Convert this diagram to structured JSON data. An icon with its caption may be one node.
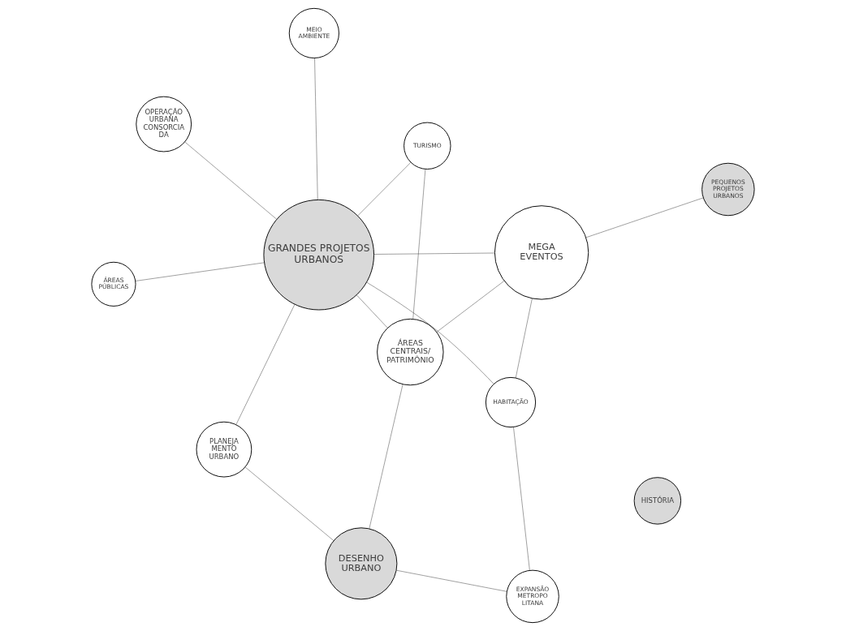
{
  "diagram": {
    "nodes": [
      {
        "text": [
          "OPERAÇÃO URBANA CONSORCIA DA"
        ]
      },
      {
        "text": [
          "GRANDES PROJETOS URBANOS"
        ]
      },
      {
        "text": [
          "ÁREAS PÚBLICAS"
        ]
      },
      {
        "text": [
          "HISTÓRIA"
        ]
      },
      {
        "text": [
          "TURISMO"
        ]
      },
      {
        "text": [
          "PEQUENOS PROJETOS URBANOS"
        ]
      },
      {
        "text": [
          "MEIO AMBIENTE"
        ]
      },
      {
        "text": [
          "ÁREAS CENTRAIS/ PATRIMÔNIO"
        ]
      },
      {
        "text": [
          "MEGA EVENTOS"
        ]
      },
      {
        "text": [
          "PLANEJA MENTO URBANO"
        ]
      },
      {
        "text": [
          "DESENHO URBANO"
        ]
      },
      {
        "text": [
          "HABITAÇÃO"
        ]
      },
      {
        "text": [
          "EXPANSÃO METROPO LITANA"
        ]
      }
    ],
    "edges": [
      {
        "from": 0,
        "to": 1,
        "arrow": "none"
      },
      {
        "from": 1,
        "to": 2,
        "arrow": "none"
      },
      {
        "from": 1,
        "to": 4,
        "arrow": "none"
      },
      {
        "from": 4,
        "to": 7,
        "arrow": "none"
      },
      {
        "from": 6,
        "to": 1,
        "arrow": "none"
      },
      {
        "from": 1,
        "to": 7,
        "arrow": "none"
      },
      {
        "from": 5,
        "to": 8,
        "arrow": "none"
      },
      {
        "from": 1,
        "to": 8,
        "arrow": "none"
      },
      {
        "from": 8,
        "to": 7,
        "arrow": "none"
      },
      {
        "from": 1,
        "to": 9,
        "arrow": "none"
      },
      {
        "from": 1,
        "to": 11,
        "arrow": "none"
      },
      {
        "from": 7,
        "to": 10,
        "arrow": "none"
      },
      {
        "from": 9,
        "to": 10,
        "arrow": "none"
      },
      {
        "from": 8,
        "to": 11,
        "arrow": "none"
      },
      {
        "from": 11,
        "to": 12,
        "arrow": "none"
      },
      {
        "from": 12,
        "to": 10,
        "arrow": "none"
      }
    ]
  }
}
